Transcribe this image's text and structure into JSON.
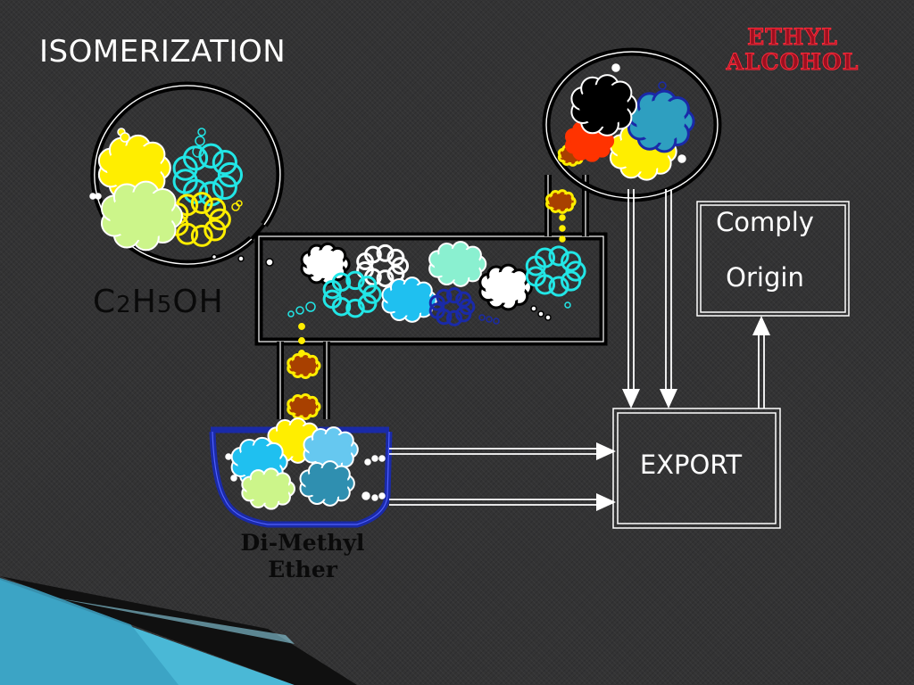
{
  "slide": {
    "title": "ISOMERIZATION",
    "ethyl_alcohol": [
      "ETHYL",
      "ALCOHOL"
    ],
    "formula": {
      "parts": [
        {
          "text": "C",
          "sub": false
        },
        {
          "text": "2",
          "sub": true
        },
        {
          "text": "H",
          "sub": false
        },
        {
          "text": "5",
          "sub": true
        },
        {
          "text": "OH",
          "sub": false
        }
      ]
    },
    "ether_label": [
      "Di-Methyl",
      "Ether"
    ],
    "comply_box": {
      "line1": "Comply",
      "line2": "Origin"
    },
    "export_box": {
      "label": "EXPORT"
    }
  },
  "colors": {
    "background": "#333334",
    "ethyl_label": "#9a1020",
    "accent_teal": "#2aa3c8",
    "vessel_blue": "#1a2aa8",
    "molecule_colors": [
      "#ffee00",
      "#ccf58a",
      "#22e6e6",
      "#ffffff",
      "#000000",
      "#2e9fc0",
      "#ff3300",
      "#1fc0f0",
      "#8af0d0",
      "#a84000",
      "#2f8fb0",
      "#66c8f0"
    ]
  }
}
